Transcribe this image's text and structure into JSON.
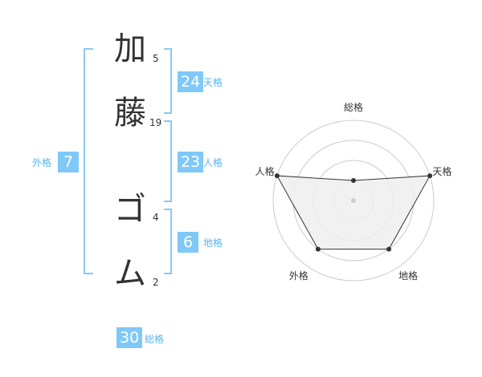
{
  "name_chars": [
    {
      "char": "加",
      "strokes": "5"
    },
    {
      "char": "藤",
      "strokes": "19"
    },
    {
      "char": "ゴ",
      "strokes": "4"
    },
    {
      "char": "ム",
      "strokes": "2"
    }
  ],
  "kakusu": {
    "tenkaku": {
      "value": "24",
      "label": "天格"
    },
    "jinkaku": {
      "value": "23",
      "label": "人格"
    },
    "chikaku": {
      "value": "6",
      "label": "地格"
    },
    "gaikaku": {
      "value": "7",
      "label": "外格"
    },
    "soukaku": {
      "value": "30",
      "label": "総格"
    }
  },
  "colors": {
    "accent": "#7fc8f8",
    "bracket": "#89c9f3",
    "text": "#333333",
    "polygon_fill": "#eeeeee",
    "ring": "#cccccc"
  },
  "chart_data": {
    "type": "radar",
    "axes": [
      "総格",
      "天格",
      "地格",
      "外格",
      "人格"
    ],
    "rmax": 4,
    "rings": 4,
    "values": [
      1,
      4,
      3,
      3,
      4
    ]
  }
}
